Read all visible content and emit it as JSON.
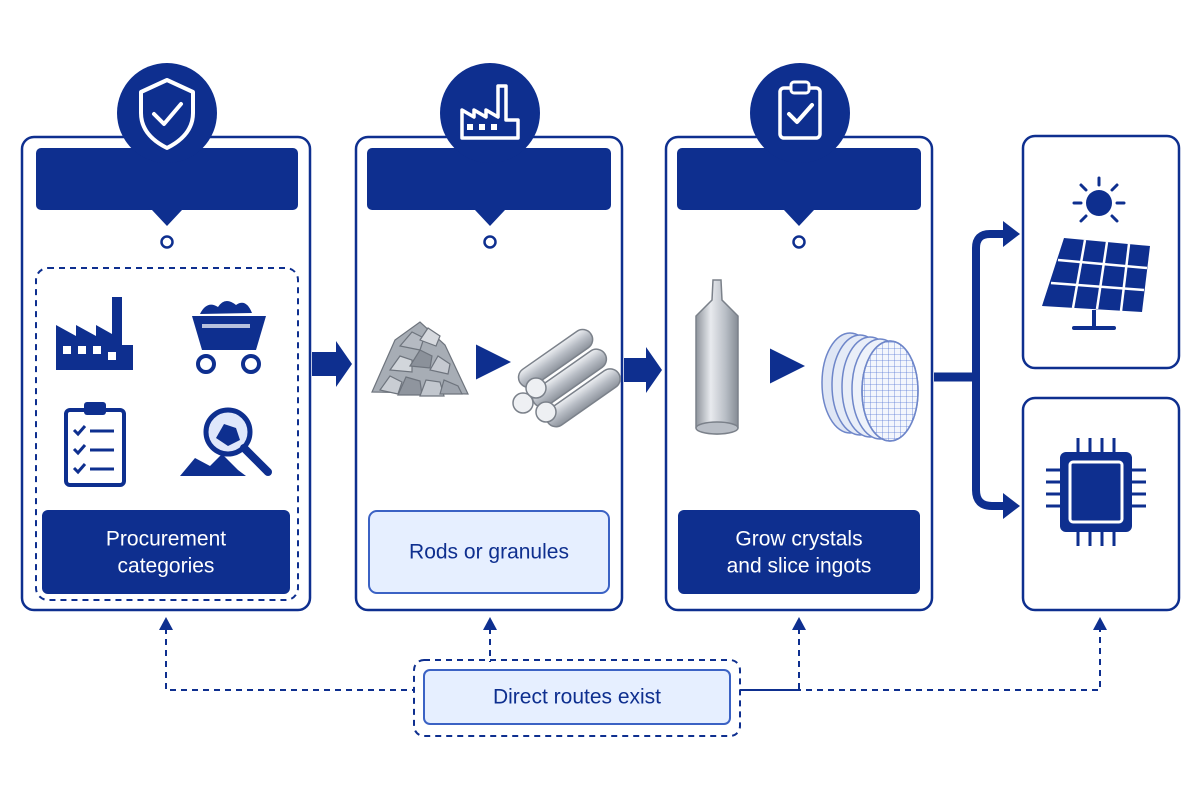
{
  "stages": [
    {
      "icon": "shield-check-icon",
      "caption": [
        "Procurement",
        "categories"
      ],
      "caption_style": "filled"
    },
    {
      "icon": "factory-icon",
      "caption": [
        "Rods or granules"
      ],
      "caption_style": "light"
    },
    {
      "icon": "clipboard-check-icon",
      "caption": [
        "Grow crystals",
        "and slice ingots"
      ],
      "caption_style": "filled"
    }
  ],
  "stage1_icons": [
    "factory-icon",
    "mine-cart-icon",
    "checklist-icon",
    "magnifier-ore-icon"
  ],
  "stage2_icons": [
    "silicon-chunks-icon",
    "silicon-rods-icon"
  ],
  "stage3_icons": [
    "ingot-icon",
    "wafer-stack-icon"
  ],
  "outputs": [
    "solar-panel-icon",
    "chip-icon"
  ],
  "feedback": {
    "label": "Direct routes exist"
  },
  "colors": {
    "primary": "#0e2f8f",
    "light_fill": "#e6efff",
    "light_border": "#3b62c4",
    "grey": "#9aa0a8"
  }
}
